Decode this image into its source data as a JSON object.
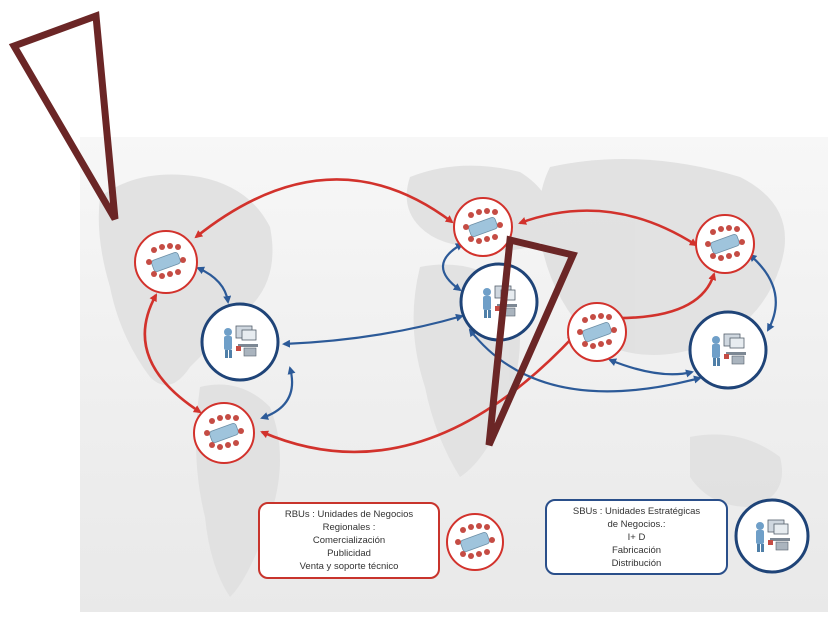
{
  "legend": {
    "rbu": {
      "lines": [
        "RBUs : Unidades de Negocios",
        "Regionales :",
        "Comercialización",
        "Publicidad",
        "Venta y soporte técnico"
      ],
      "color": "#c8342c"
    },
    "sbu": {
      "lines": [
        "SBUs : Unidades Estratégicas",
        "de Negocios.:",
        "I+ D",
        "Fabricación",
        "Distribución"
      ],
      "color": "#2a4f8a"
    }
  },
  "colors": {
    "red_link": "#d2322c",
    "blue_link": "#2c5a98",
    "annotation": "#6b2626"
  },
  "icons": {
    "rbu_node": "meeting-table-icon",
    "sbu_node": "worker-computer-icon"
  }
}
